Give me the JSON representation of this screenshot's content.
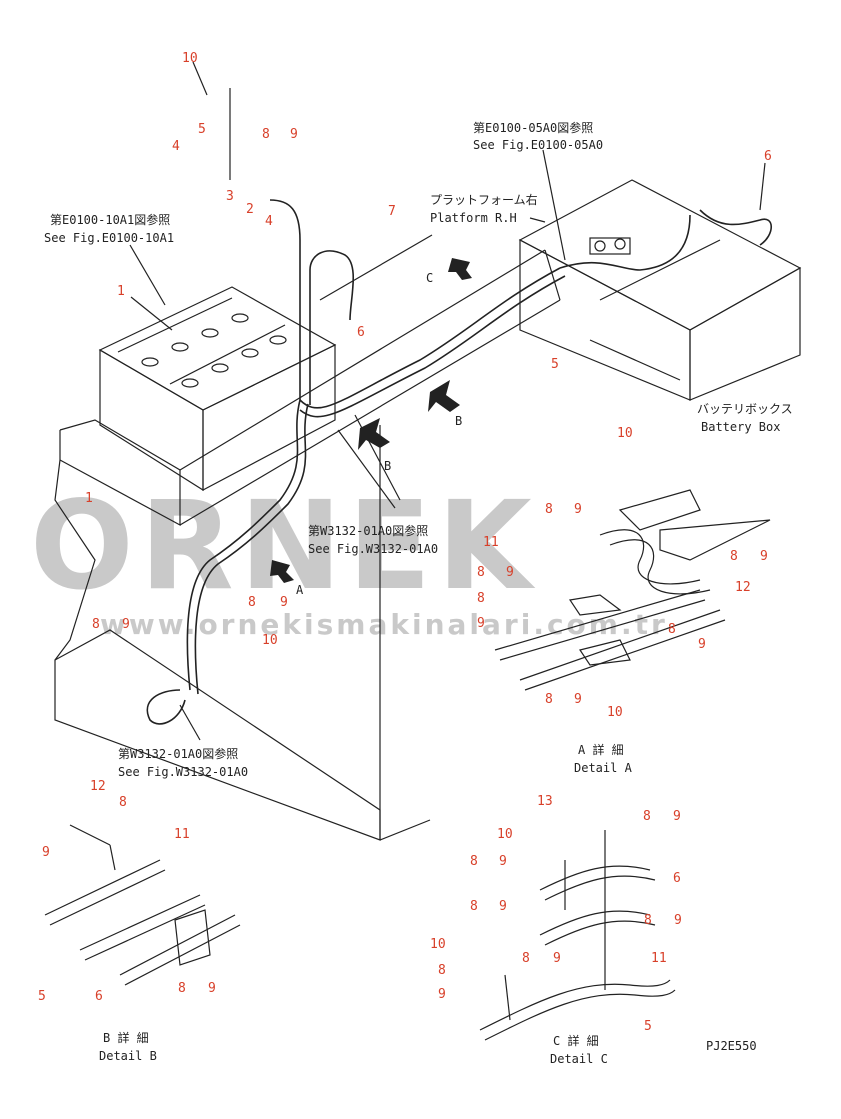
{
  "watermark": {
    "brand": "ORNEK",
    "url": "www.ornekismakinalari.com.tr"
  },
  "refs": {
    "e0100_10a1_jp": "第E0100-10A1図参照",
    "e0100_10a1_en": "See Fig.E0100-10A1",
    "e0100_05a0_jp": "第E0100-05A0図参照",
    "e0100_05a0_en": "See Fig.E0100-05A0",
    "w3132_01a0_jp": "第W3132-01A0図参照",
    "w3132_01a0_en": "See Fig.W3132-01A0"
  },
  "labels": {
    "platform_jp": "プラットフォーム右",
    "platform_en": "Platform R.H",
    "battery_box_jp": "バッテリボックス",
    "battery_box_en": "Battery Box",
    "detail_a_jp": "A 詳 細",
    "detail_a_en": "Detail A",
    "detail_b_jp": "B 詳 細",
    "detail_b_en": "Detail B",
    "detail_c_jp": "C 詳 細",
    "detail_c_en": "Detail C",
    "view_a": "A",
    "view_b": "B",
    "view_c": "C",
    "drawing_no": "PJ2E550"
  },
  "part_numbers": {
    "p1": "1",
    "p2": "2",
    "p3": "3",
    "p4": "4",
    "p5": "5",
    "p6": "6",
    "p7": "7",
    "p8": "8",
    "p9": "9",
    "p10": "10",
    "p11": "11",
    "p12": "12",
    "p13": "13"
  },
  "colors": {
    "callout": "#d8402a",
    "line": "#222222",
    "watermark": "#c9c9c9"
  }
}
